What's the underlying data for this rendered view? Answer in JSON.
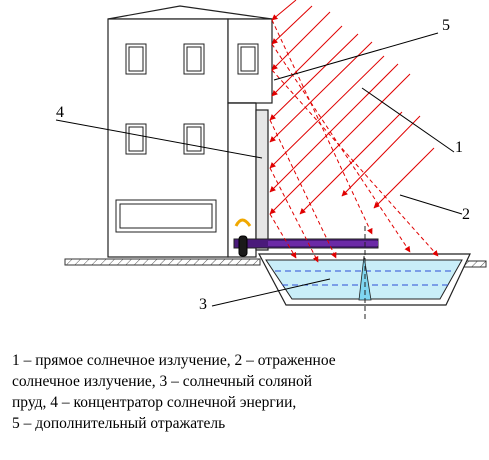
{
  "labels": {
    "l1": "1",
    "l2": "2",
    "l3": "3",
    "l4": "4",
    "l5": "5"
  },
  "caption": {
    "line1": "1 – прямое солнечное излучение,  2 – отраженное",
    "line2": "солнечное излучение, 3 – солнечный соляной",
    "line3": "пруд, 4 – концентратор солнечной энергии,",
    "line4": "5 – дополнительный отражатель"
  },
  "colors": {
    "direct_ray": "#e00000",
    "reflected_ray": "#e00000",
    "pond_water": "#c9eef8",
    "pond_dash": "#2a4fd6",
    "absorber": "#4a1a7a",
    "concentrator": "#e6e6e6",
    "arc": "#f0a800"
  }
}
